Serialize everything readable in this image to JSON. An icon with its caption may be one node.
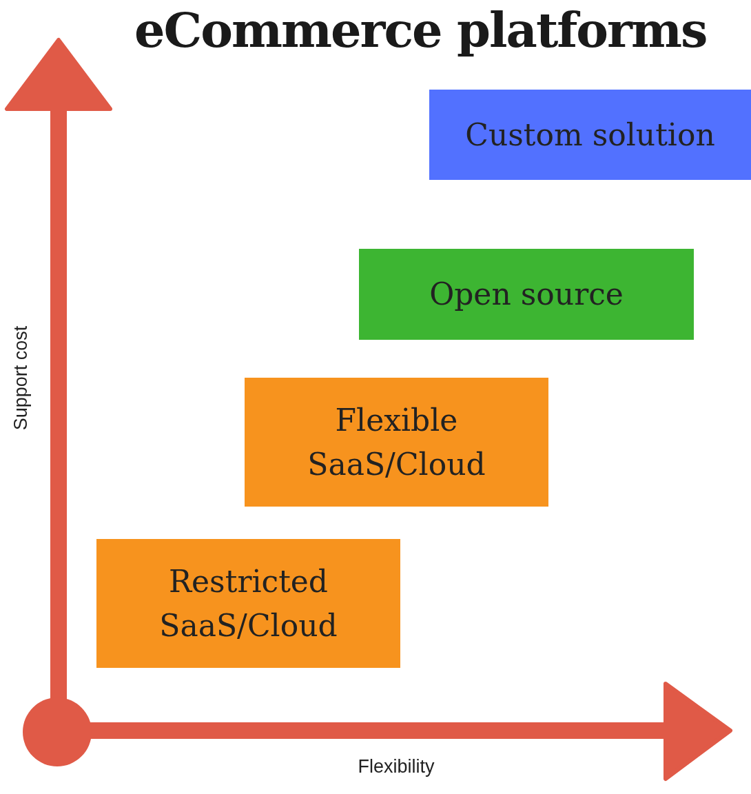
{
  "diagram": {
    "title": "eCommerce platforms",
    "nodes": [
      {
        "text": [
          "Custom solution"
        ]
      },
      {
        "text": [
          "Open source"
        ]
      },
      {
        "text": [
          "Flexible SaaS/Cloud"
        ]
      },
      {
        "text": [
          "Restricted SaaS/Cloud"
        ]
      }
    ],
    "labels": [
      "Support cost",
      "Flexibility"
    ]
  }
}
